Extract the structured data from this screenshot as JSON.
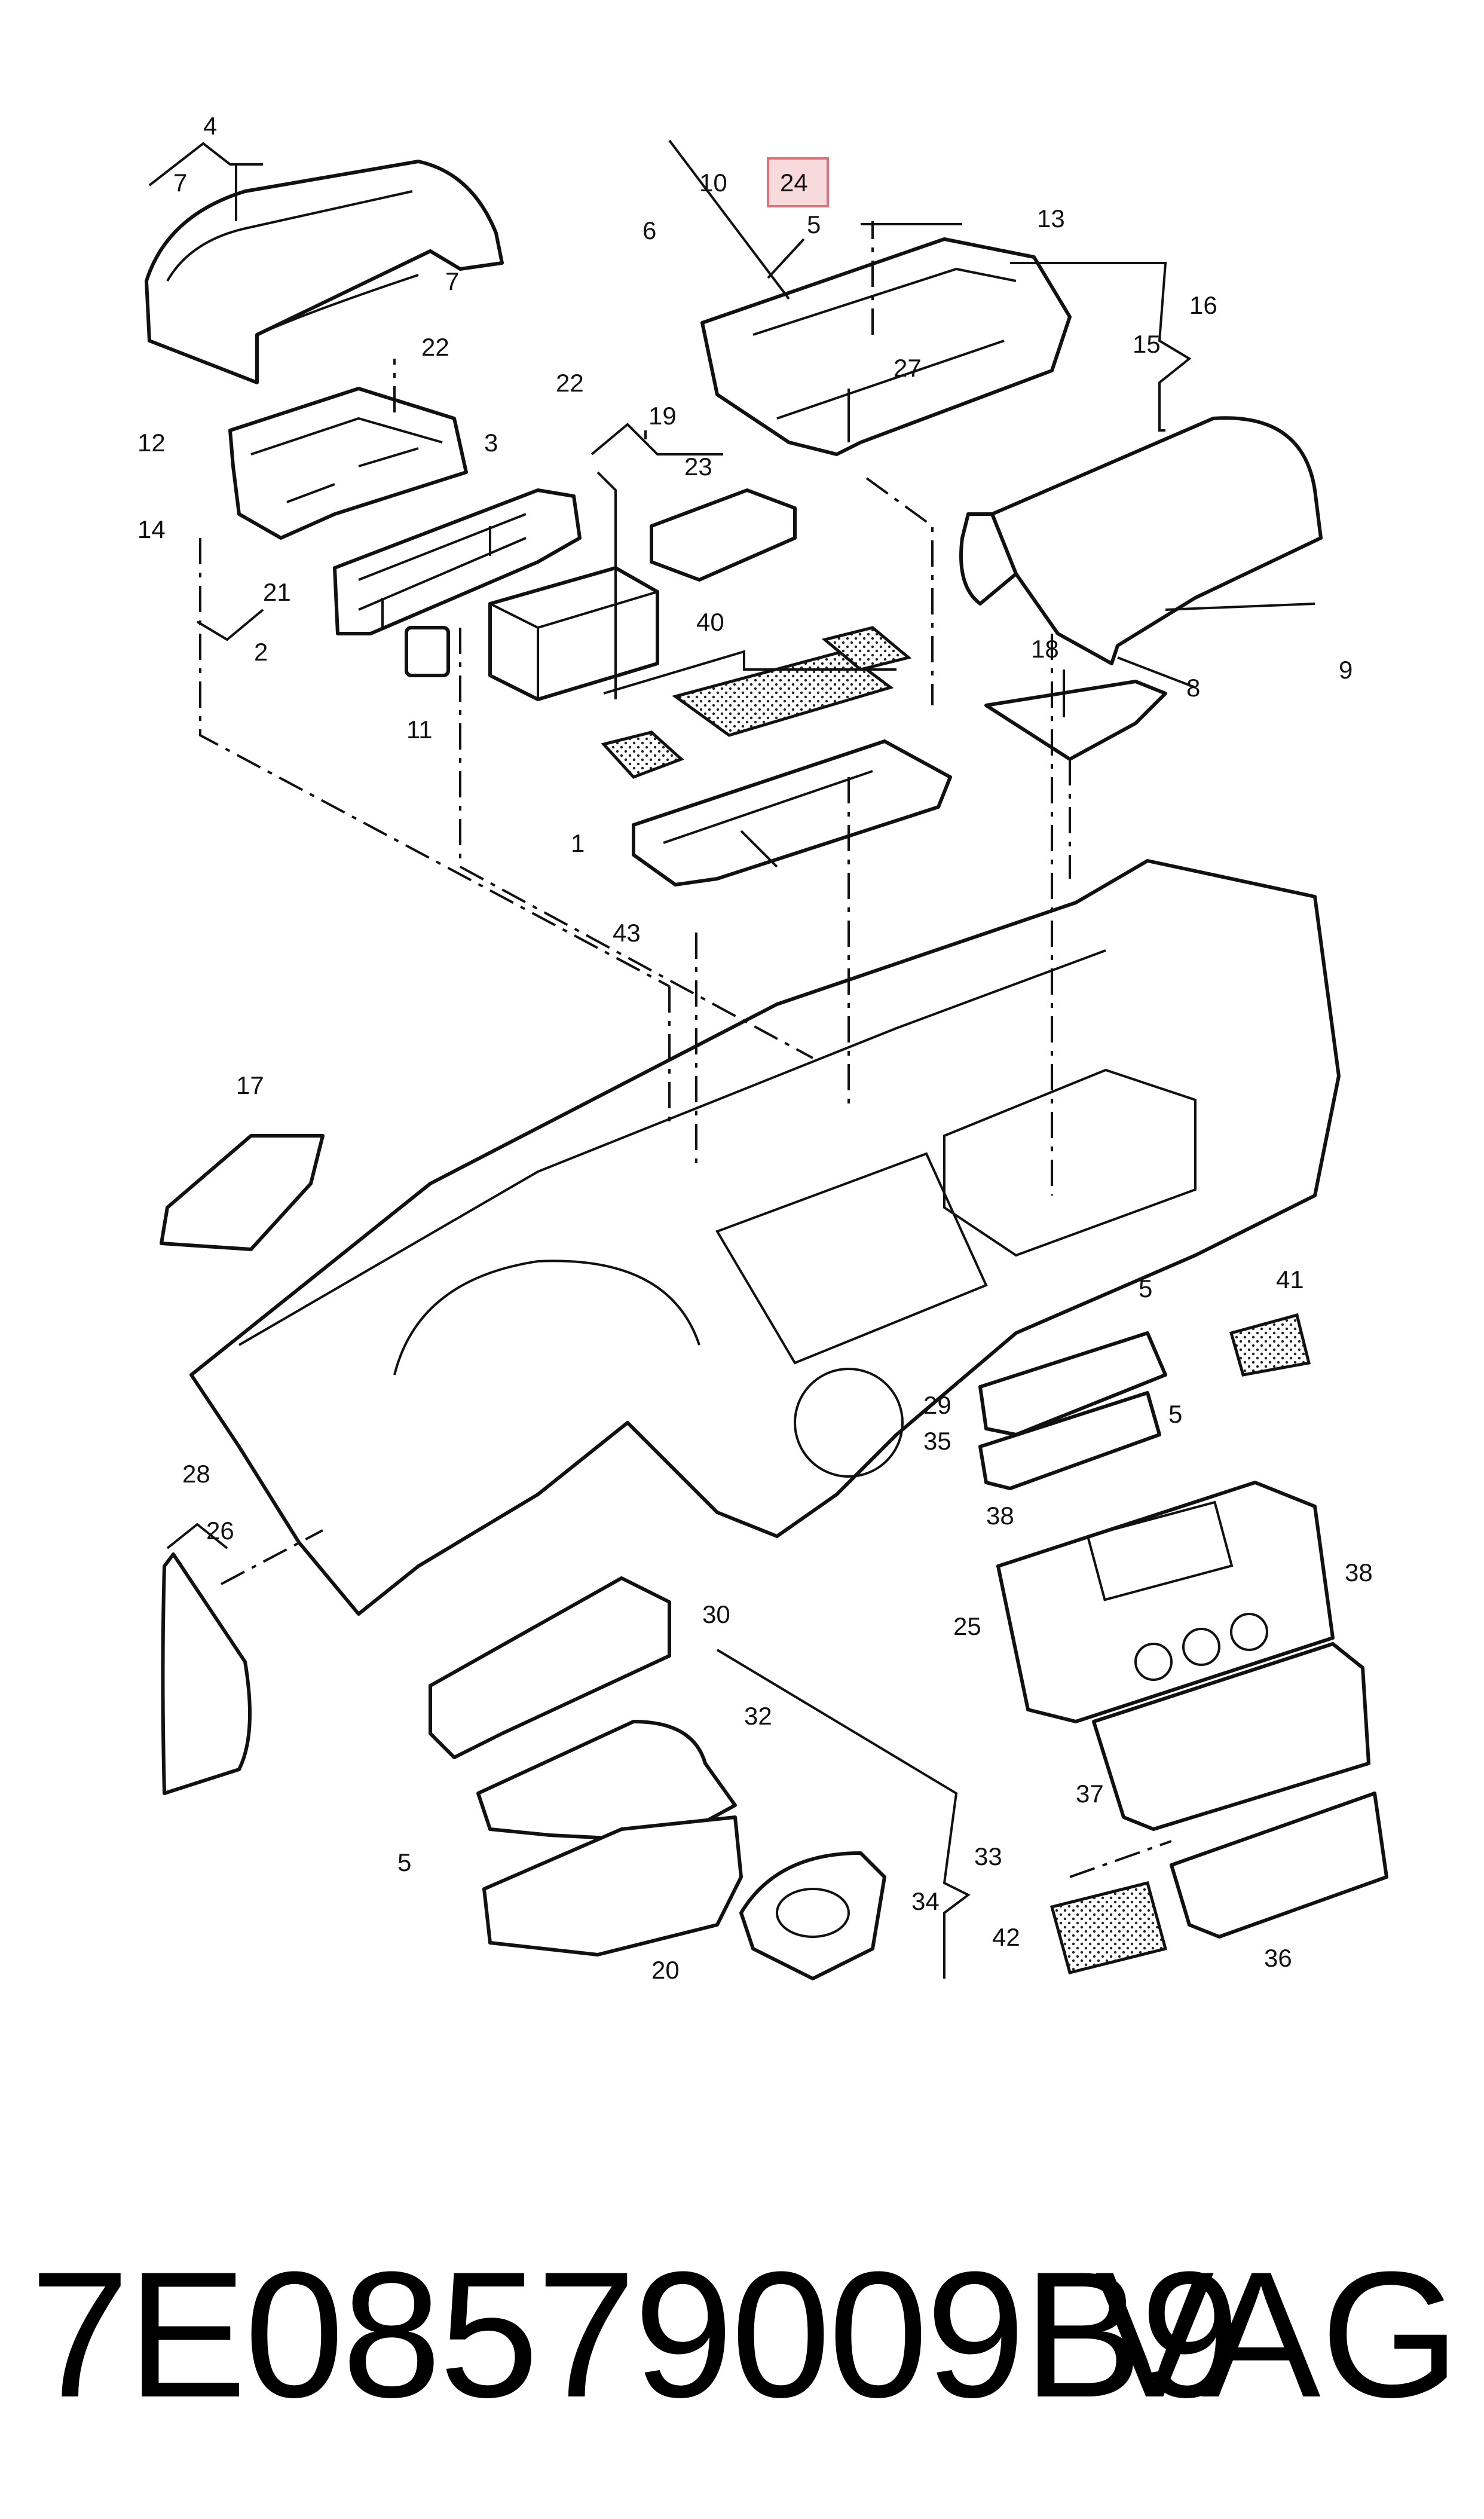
{
  "diagram": {
    "callouts": [
      "4",
      "7",
      "7",
      "6",
      "10",
      "24",
      "5",
      "13",
      "16",
      "15",
      "27",
      "22",
      "12",
      "3",
      "14",
      "21",
      "2",
      "22",
      "19",
      "23",
      "11",
      "40",
      "8",
      "9",
      "18",
      "1",
      "43",
      "17",
      "5",
      "41",
      "29",
      "5",
      "35",
      "38",
      "28",
      "26",
      "25",
      "38",
      "30",
      "32",
      "37",
      "5",
      "33",
      "34",
      "42",
      "36",
      "20"
    ],
    "highlighted_callout": "24",
    "highlight_color": "#f8d9dc"
  },
  "footer": {
    "part_number": "7E08579009B9",
    "brand": "VAG"
  }
}
